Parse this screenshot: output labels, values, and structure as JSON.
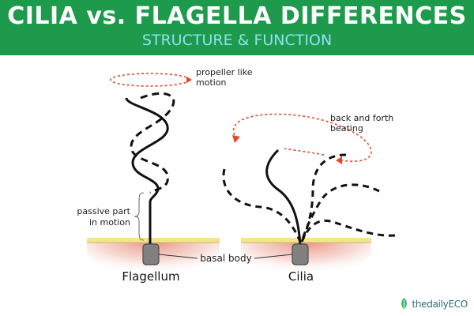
{
  "header": {
    "title": "CILIA vs. FLAGELLA DIFFERENCES",
    "subtitle": "STRUCTURE & FUNCTION"
  },
  "diagram": {
    "propeller_label": [
      "propeller like",
      "motion"
    ],
    "beating_label": [
      "back and forth",
      "beating"
    ],
    "passive_label": [
      "passive part",
      "in motion"
    ],
    "basal_body_label": "basal body",
    "flagellum_label": "Flagellum",
    "cilia_label": "Cilia"
  },
  "colors": {
    "header_bg": "#1e9a4c",
    "subtitle": "#8fe0f2",
    "motion_arrow": "#e8462b",
    "membrane": "#f4e58a",
    "cell_glow": "#e8897a",
    "basal_body": "#808080"
  },
  "logo": {
    "text": "thedailyECO",
    "icon": "leaf-icon"
  }
}
